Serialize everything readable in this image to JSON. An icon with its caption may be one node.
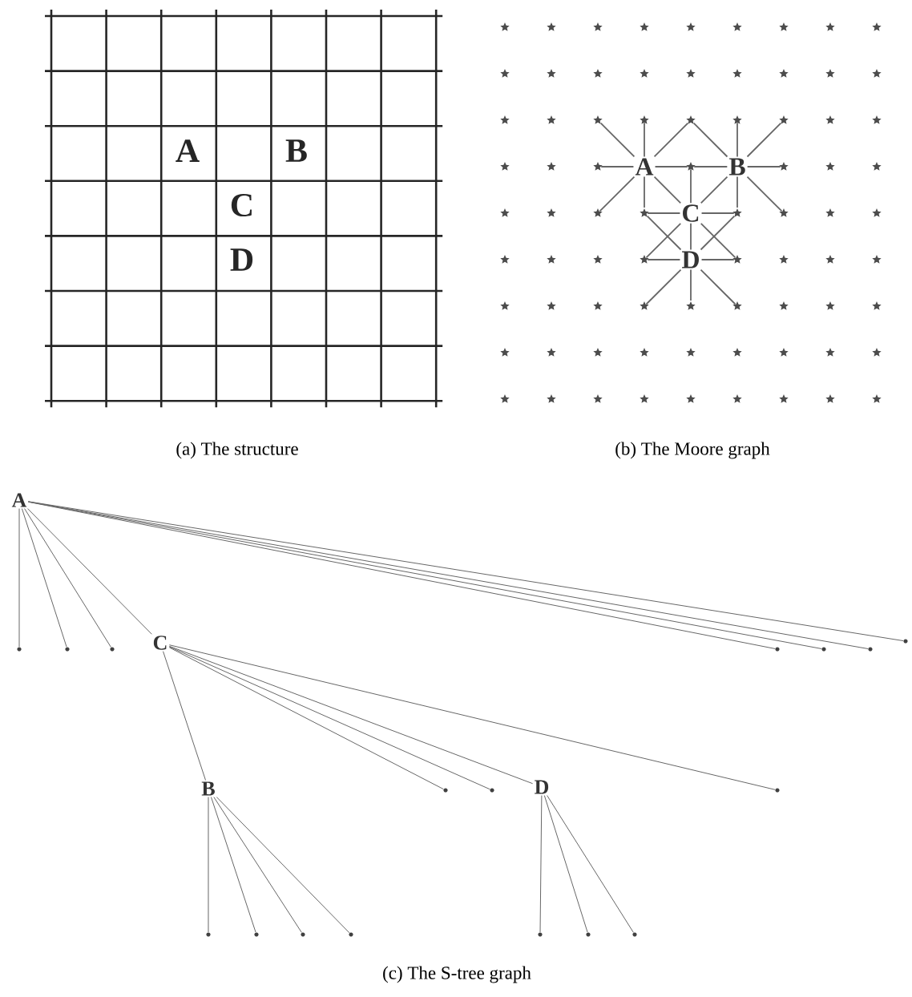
{
  "diagram": {
    "nodes": [
      {
        "text": [],
        "shape": "star"
      },
      {
        "text": [],
        "shape": "star"
      },
      {
        "text": [],
        "shape": "star"
      },
      {
        "text": [],
        "shape": "star"
      },
      {
        "text": [],
        "shape": "star"
      },
      {
        "text": [],
        "shape": "star"
      },
      {
        "text": [
          "A"
        ]
      },
      {
        "text": [],
        "shape": "star"
      },
      {
        "text": [
          "B"
        ]
      },
      {
        "text": [],
        "shape": "star"
      },
      {
        "text": [],
        "shape": "star"
      },
      {
        "text": [],
        "shape": "star"
      },
      {
        "text": [
          "C"
        ]
      },
      {
        "text": [],
        "shape": "star"
      },
      {
        "text": [],
        "shape": "star"
      },
      {
        "text": [],
        "shape": "star"
      },
      {
        "text": [
          "D"
        ]
      },
      {
        "text": [],
        "shape": "star"
      },
      {
        "text": [],
        "shape": "star"
      },
      {
        "text": [],
        "shape": "star"
      },
      {
        "text": [],
        "shape": "star"
      },
      {
        "text": [
          "A"
        ]
      },
      {
        "text": [],
        "shape": "dot"
      },
      {
        "text": [],
        "shape": "dot"
      },
      {
        "text": [],
        "shape": "dot"
      },
      {
        "text": [
          "C"
        ]
      },
      {
        "text": [],
        "shape": "dot"
      },
      {
        "text": [],
        "shape": "dot"
      },
      {
        "text": [],
        "shape": "dot"
      },
      {
        "text": [],
        "shape": "dot"
      },
      {
        "text": [
          "B"
        ]
      },
      {
        "text": [],
        "shape": "dot"
      },
      {
        "text": [],
        "shape": "dot"
      },
      {
        "text": [
          "D"
        ]
      },
      {
        "text": [],
        "shape": "dot"
      },
      {
        "text": [],
        "shape": "dot"
      },
      {
        "text": [],
        "shape": "dot"
      },
      {
        "text": [],
        "shape": "dot"
      },
      {
        "text": [],
        "shape": "dot"
      },
      {
        "text": [],
        "shape": "dot"
      },
      {
        "text": [],
        "shape": "dot"
      },
      {
        "text": [],
        "shape": "dot"
      }
    ],
    "edges": [
      {
        "from": 6,
        "to": 0,
        "arrow": "none"
      },
      {
        "from": 6,
        "to": 1,
        "arrow": "none"
      },
      {
        "from": 6,
        "to": 2,
        "arrow": "none"
      },
      {
        "from": 6,
        "to": 5,
        "arrow": "none"
      },
      {
        "from": 6,
        "to": 7,
        "arrow": "none"
      },
      {
        "from": 6,
        "to": 10,
        "arrow": "none"
      },
      {
        "from": 6,
        "to": 11,
        "arrow": "none"
      },
      {
        "from": 6,
        "to": 12,
        "arrow": "none"
      },
      {
        "from": 8,
        "to": 2,
        "arrow": "none"
      },
      {
        "from": 8,
        "to": 3,
        "arrow": "none"
      },
      {
        "from": 8,
        "to": 4,
        "arrow": "none"
      },
      {
        "from": 8,
        "to": 7,
        "arrow": "none"
      },
      {
        "from": 8,
        "to": 9,
        "arrow": "none"
      },
      {
        "from": 8,
        "to": 12,
        "arrow": "none"
      },
      {
        "from": 8,
        "to": 13,
        "arrow": "none"
      },
      {
        "from": 8,
        "to": 14,
        "arrow": "none"
      },
      {
        "from": 12,
        "to": 7,
        "arrow": "none"
      },
      {
        "from": 12,
        "to": 11,
        "arrow": "none"
      },
      {
        "from": 12,
        "to": 13,
        "arrow": "none"
      },
      {
        "from": 12,
        "to": 15,
        "arrow": "none"
      },
      {
        "from": 12,
        "to": 16,
        "arrow": "none"
      },
      {
        "from": 12,
        "to": 17,
        "arrow": "none"
      },
      {
        "from": 16,
        "to": 11,
        "arrow": "none"
      },
      {
        "from": 16,
        "to": 13,
        "arrow": "none"
      },
      {
        "from": 16,
        "to": 15,
        "arrow": "none"
      },
      {
        "from": 16,
        "to": 17,
        "arrow": "none"
      },
      {
        "from": 16,
        "to": 18,
        "arrow": "none"
      },
      {
        "from": 16,
        "to": 19,
        "arrow": "none"
      },
      {
        "from": 16,
        "to": 20,
        "arrow": "none"
      },
      {
        "from": 21,
        "to": 22,
        "arrow": "none"
      },
      {
        "from": 21,
        "to": 23,
        "arrow": "none"
      },
      {
        "from": 21,
        "to": 24,
        "arrow": "none"
      },
      {
        "from": 21,
        "to": 25,
        "arrow": "none"
      },
      {
        "from": 21,
        "to": 26,
        "arrow": "none"
      },
      {
        "from": 21,
        "to": 27,
        "arrow": "none"
      },
      {
        "from": 21,
        "to": 28,
        "arrow": "none"
      },
      {
        "from": 21,
        "to": 29,
        "arrow": "none"
      },
      {
        "from": 25,
        "to": 30,
        "arrow": "none"
      },
      {
        "from": 25,
        "to": 31,
        "arrow": "none"
      },
      {
        "from": 25,
        "to": 32,
        "arrow": "none"
      },
      {
        "from": 25,
        "to": 33,
        "arrow": "none"
      },
      {
        "from": 25,
        "to": 34,
        "arrow": "none"
      },
      {
        "from": 30,
        "to": 35,
        "arrow": "none"
      },
      {
        "from": 30,
        "to": 36,
        "arrow": "none"
      },
      {
        "from": 30,
        "to": 37,
        "arrow": "none"
      },
      {
        "from": 30,
        "to": 38,
        "arrow": "none"
      },
      {
        "from": 33,
        "to": 39,
        "arrow": "none"
      },
      {
        "from": 33,
        "to": 40,
        "arrow": "none"
      },
      {
        "from": 33,
        "to": 41,
        "arrow": "none"
      }
    ],
    "labels": [
      "A",
      "B",
      "C",
      "D",
      "(a) The structure",
      "(b) The Moore graph",
      "(c) The S-tree graph"
    ]
  }
}
